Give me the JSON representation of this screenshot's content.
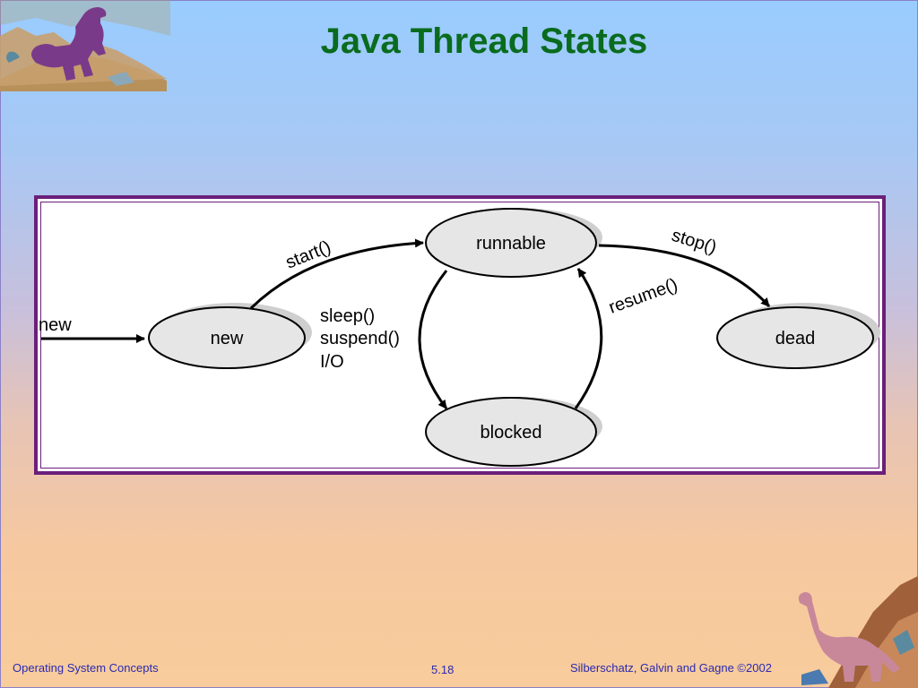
{
  "slide": {
    "title": "Java Thread States"
  },
  "diagram": {
    "states": {
      "new": "new",
      "runnable": "runnable",
      "blocked": "blocked",
      "dead": "dead"
    },
    "transitions": {
      "entry": "new",
      "start": "start()",
      "stop": "stop()",
      "resume": "resume()",
      "block_line1": "sleep()",
      "block_line2": "suspend()",
      "block_line3": "I/O"
    }
  },
  "footer": {
    "left": "Operating System Concepts",
    "center": "5.18",
    "right": "Silberschatz, Galvin and  Gagne ©2002"
  },
  "colors": {
    "title": "#0a6b1e",
    "border": "#6b1f7a",
    "footer": "#2a2ab0"
  }
}
